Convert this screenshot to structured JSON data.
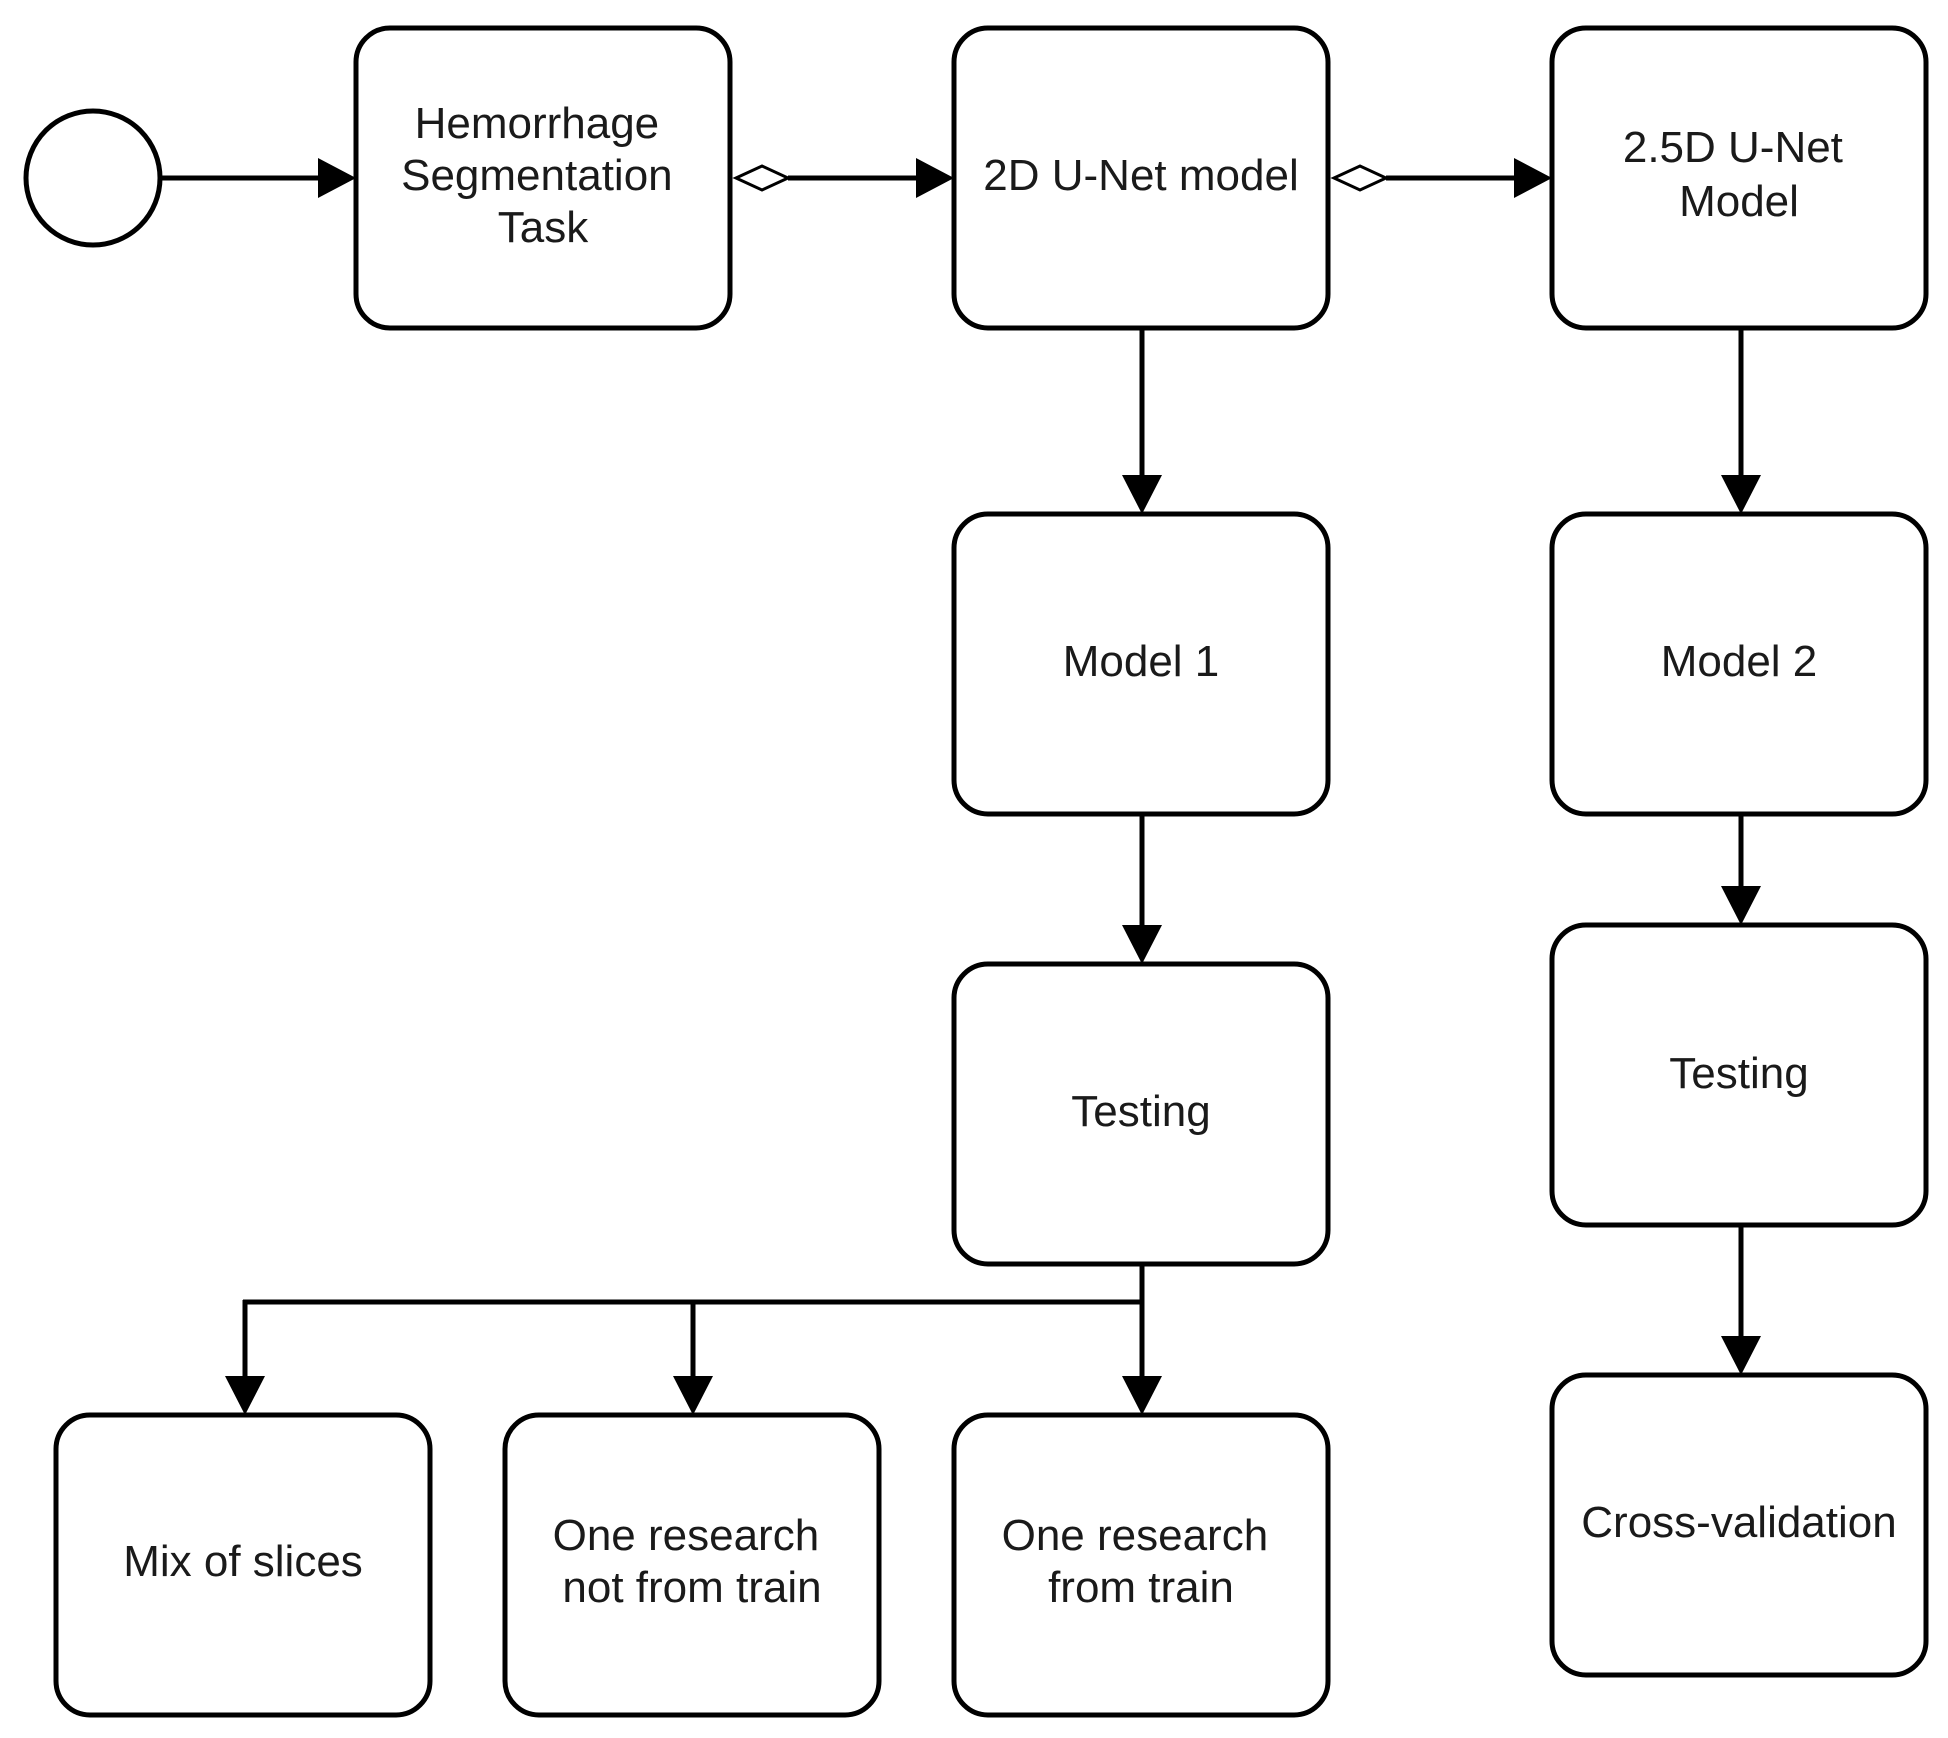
{
  "diagram": {
    "nodes": {
      "hemorrhage_task": [
        "Hemorrhage",
        "Segmentation",
        "Task"
      ],
      "unet_2d": [
        "2D U-Net model"
      ],
      "unet_25d": [
        "2.5D U-Net",
        "Model"
      ],
      "model_1": [
        "Model 1"
      ],
      "model_2": [
        "Model 2"
      ],
      "testing_1": [
        "Testing"
      ],
      "testing_2": [
        "Testing"
      ],
      "mix_of_slices": [
        "Mix of slices"
      ],
      "one_research_not_from_train": [
        "One research",
        "not from train"
      ],
      "one_research_from_train": [
        "One research",
        "from train"
      ],
      "cross_validation": [
        "Cross-validation"
      ]
    },
    "colors": {
      "stroke": "#000000",
      "fill": "#ffffff",
      "text": "#1a1a1a"
    }
  }
}
